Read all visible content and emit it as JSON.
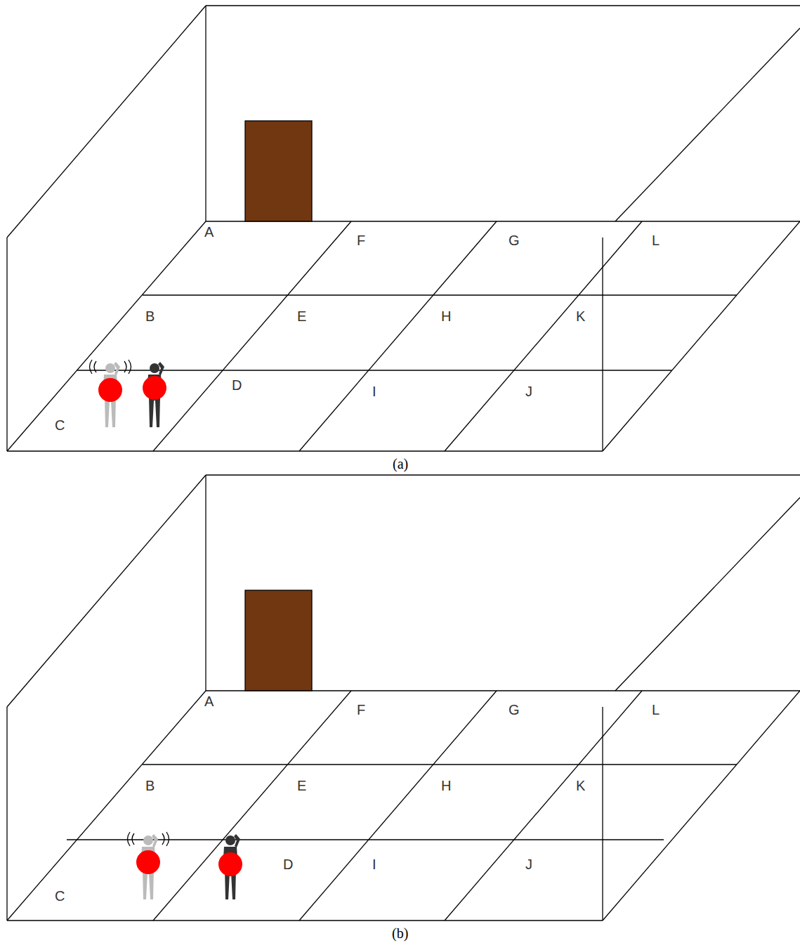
{
  "diagram": {
    "labels": [
      "A",
      "F",
      "G",
      "L",
      "B",
      "E",
      "H",
      "K",
      "C",
      "D",
      "I",
      "J",
      "(a)",
      "A",
      "F",
      "G",
      "L",
      "B",
      "E",
      "H",
      "K",
      "C",
      "D",
      "I",
      "J",
      "(b)"
    ]
  }
}
